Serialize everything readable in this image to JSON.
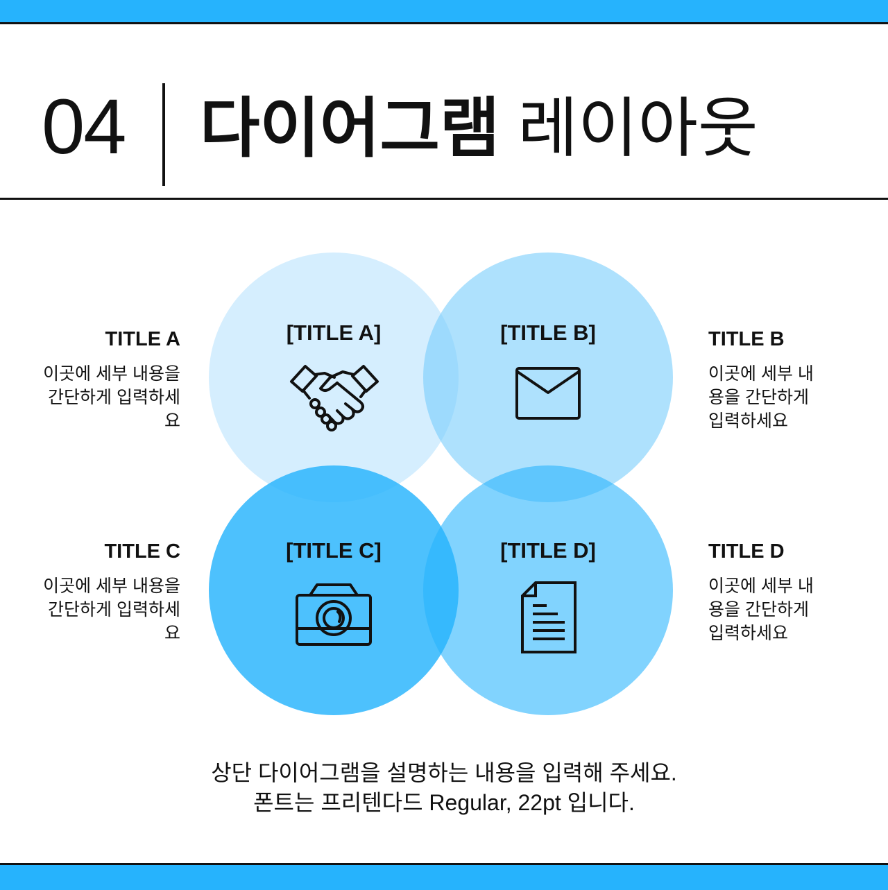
{
  "header": {
    "number": "04",
    "title_bold": "다이어그램",
    "title_light": "레이아웃"
  },
  "diagram": {
    "circles": [
      {
        "title": "[TITLE A]",
        "icon": "handshake-icon",
        "color": "#d4edfd"
      },
      {
        "title": "[TITLE B]",
        "icon": "envelope-icon",
        "color": "#a6dcfc"
      },
      {
        "title": "[TITLE C]",
        "icon": "camera-icon",
        "color": "#47bffc"
      },
      {
        "title": "[TITLE D]",
        "icon": "document-icon",
        "color": "#7dd0fc"
      }
    ],
    "side_labels": [
      {
        "title": "TITLE A",
        "desc": "이곳에 세부 내용을 간단하게 입력하세요"
      },
      {
        "title": "TITLE B",
        "desc": "이곳에 세부 내용을 간단하게 입력하세요"
      },
      {
        "title": "TITLE C",
        "desc": "이곳에 세부 내용을 간단하게 입력하세요"
      },
      {
        "title": "TITLE D",
        "desc": "이곳에 세부 내용을 간단하게 입력하세요"
      }
    ]
  },
  "footer": {
    "line1": "상단 다이어그램을 설명하는 내용을 입력해 주세요.",
    "line2": "폰트는 프리텐다드 Regular, 22pt 입니다."
  },
  "colors": {
    "accent": "#26b3fd",
    "text": "#111111"
  }
}
